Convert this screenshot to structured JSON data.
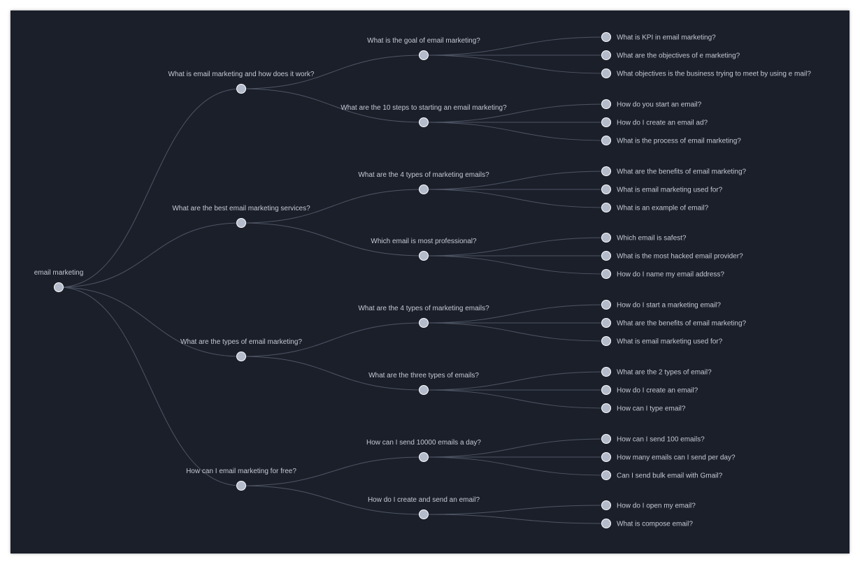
{
  "mindmap": {
    "root": {
      "label": "email marketing",
      "children": [
        {
          "label": "What is email marketing and how does it work?",
          "children": [
            {
              "label": "What is the goal of email marketing?",
              "children": [
                {
                  "label": "What is KPI in email marketing?"
                },
                {
                  "label": "What are the objectives of e marketing?"
                },
                {
                  "label": "What objectives is the business trying to meet by using e mail?"
                }
              ]
            },
            {
              "label": "What are the 10 steps to starting an email marketing?",
              "children": [
                {
                  "label": "How do you start an email?"
                },
                {
                  "label": "How do I create an email ad?"
                },
                {
                  "label": "What is the process of email marketing?"
                }
              ]
            }
          ]
        },
        {
          "label": "What are the best email marketing services?",
          "children": [
            {
              "label": "What are the 4 types of marketing emails?",
              "children": [
                {
                  "label": "What are the benefits of email marketing?"
                },
                {
                  "label": "What is email marketing used for?"
                },
                {
                  "label": "What is an example of email?"
                }
              ]
            },
            {
              "label": "Which email is most professional?",
              "children": [
                {
                  "label": "Which email is safest?"
                },
                {
                  "label": "What is the most hacked email provider?"
                },
                {
                  "label": "How do I name my email address?"
                }
              ]
            }
          ]
        },
        {
          "label": "What are the types of email marketing?",
          "children": [
            {
              "label": "What are the 4 types of marketing emails?",
              "children": [
                {
                  "label": "How do I start a marketing email?"
                },
                {
                  "label": "What are the benefits of email marketing?"
                },
                {
                  "label": "What is email marketing used for?"
                }
              ]
            },
            {
              "label": "What are the three types of emails?",
              "children": [
                {
                  "label": "What are the 2 types of email?"
                },
                {
                  "label": "How do I create an email?"
                },
                {
                  "label": "How can I type email?"
                }
              ]
            }
          ]
        },
        {
          "label": "How can I email marketing for free?",
          "children": [
            {
              "label": "How can I send 10000 emails a day?",
              "children": [
                {
                  "label": "How can I send 100 emails?"
                },
                {
                  "label": "How many emails can I send per day?"
                },
                {
                  "label": "Can I send bulk email with Gmail?"
                }
              ]
            },
            {
              "label": "How do I create and send an email?",
              "children": [
                {
                  "label": "How do I open my email?"
                },
                {
                  "label": "What is compose email?"
                }
              ]
            }
          ]
        }
      ]
    }
  },
  "colors": {
    "background": "#1b1f2a",
    "link": "#4e5564",
    "node_fill": "#b4bccb",
    "node_stroke": "#ffffff",
    "label": "#c3c9d4"
  }
}
